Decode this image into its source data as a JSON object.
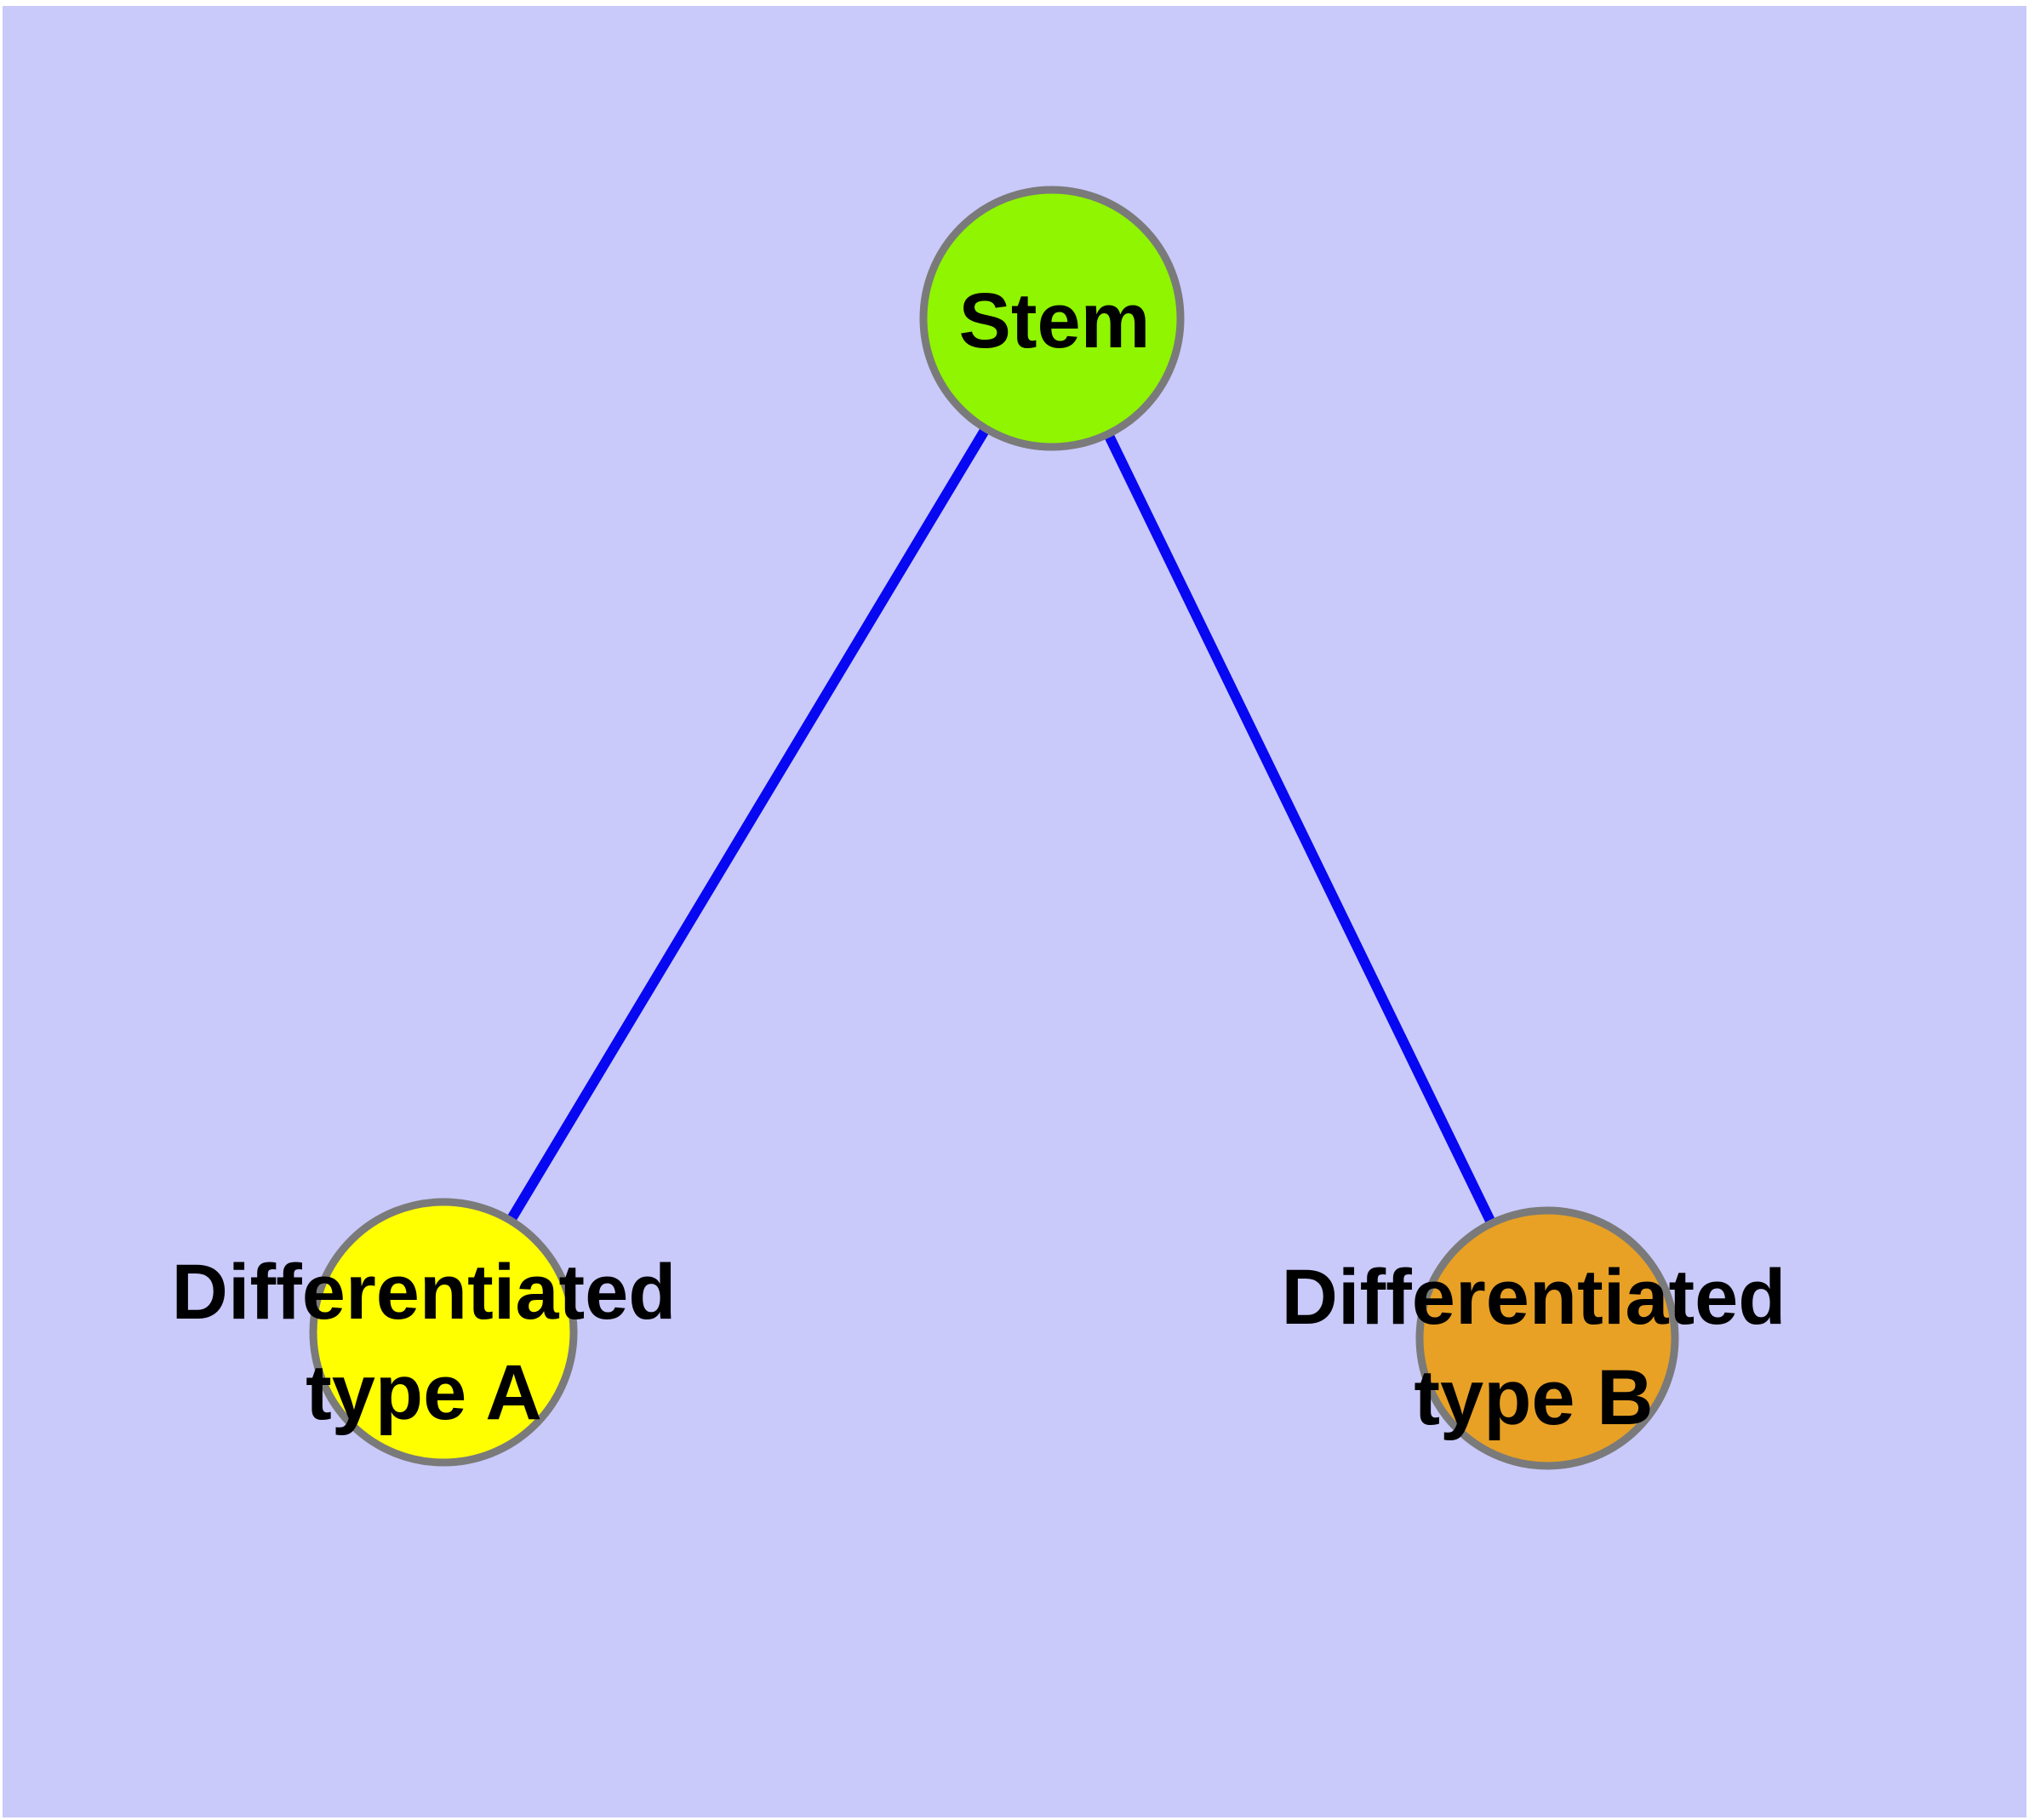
{
  "diagram": {
    "background_color": "#C9C9FA",
    "frame_color": "#FFFFFF",
    "edge_color": "#0707F2",
    "node_border_color": "#7A7A7A",
    "label_color": "#000000",
    "nodes": [
      {
        "id": "stem",
        "label": "Stem",
        "fill_color": "#8FF500"
      },
      {
        "id": "differentiated-type-a",
        "label_line1": "Differentiated",
        "label_line2": "type A",
        "fill_color": "#FFFF00"
      },
      {
        "id": "differentiated-type-b",
        "label_line1": "Differentiated",
        "label_line2": "type B",
        "fill_color": "#E8A125"
      }
    ],
    "edges": [
      {
        "from": "Stem",
        "to": "Differentiated type A"
      },
      {
        "from": "Stem",
        "to": "Differentiated type B"
      }
    ]
  }
}
